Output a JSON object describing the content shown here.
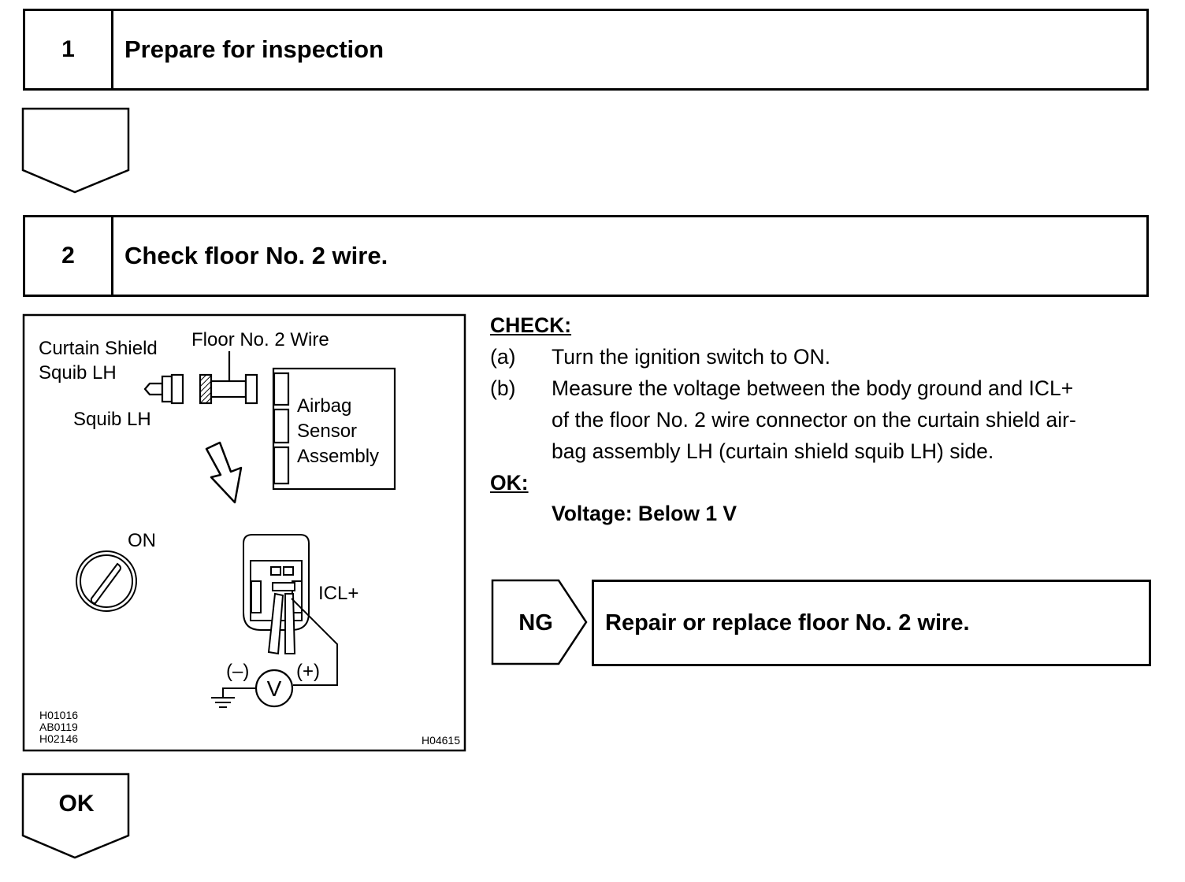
{
  "steps": [
    {
      "number": "1",
      "title": "Prepare for inspection"
    },
    {
      "number": "2",
      "title": "Check floor No. 2 wire."
    }
  ],
  "diagram": {
    "curtain_shield_line1": "Curtain Shield",
    "curtain_shield_line2": "Squib LH",
    "floor_wire": "Floor No. 2 Wire",
    "squib": "Squib LH",
    "sensor_line1": "Airbag",
    "sensor_line2": "Sensor",
    "sensor_line3": "Assembly",
    "on": "ON",
    "icl": "ICL+",
    "minus": "(–)",
    "plus": "(+)",
    "voltmeter": "V",
    "ref1": "H01016",
    "ref2": "AB0119",
    "ref3": "H02146",
    "ref_right": "H04615"
  },
  "check": {
    "heading": "CHECK:",
    "items": [
      {
        "key": "(a)",
        "text": "Turn the ignition switch to ON."
      },
      {
        "key": "(b)",
        "line1": "Measure the voltage between the body ground and ICL+",
        "line2": "of the floor No. 2 wire connector on the curtain shield air-",
        "line3": "bag assembly LH (curtain shield squib LH) side."
      }
    ],
    "ok_heading": "OK:",
    "ok_value": "Voltage: Below 1 V"
  },
  "ng": {
    "label": "NG",
    "action": "Repair or replace floor No. 2 wire."
  },
  "ok_flow": {
    "label": "OK"
  }
}
